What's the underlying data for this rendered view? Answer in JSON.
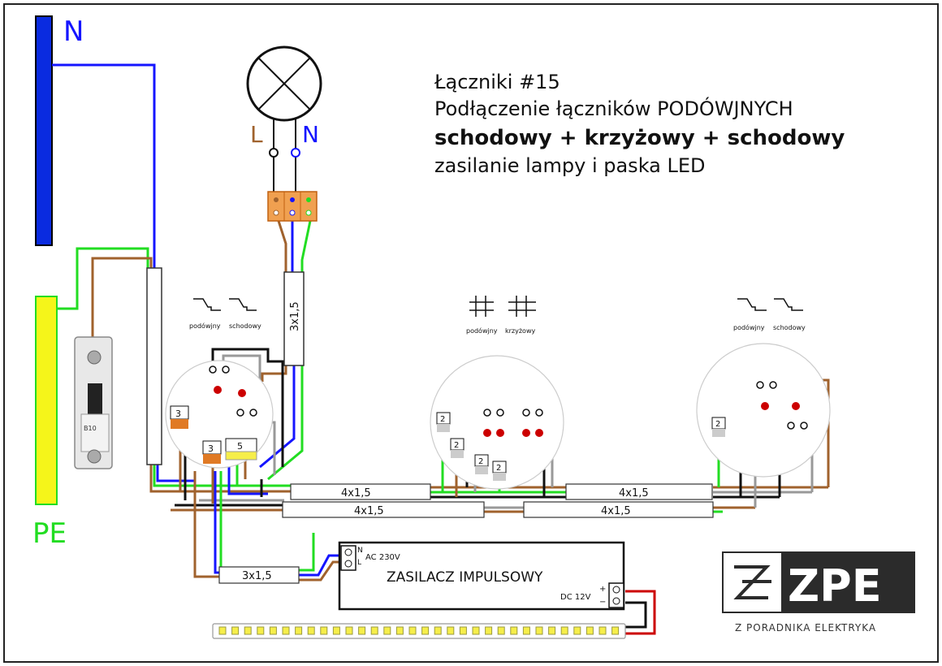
{
  "colors": {
    "neutral": "#1515ff",
    "earth": "#22dd22",
    "live": "#a0622d",
    "black": "#111111",
    "grey": "#999999",
    "orange": "#e07a25",
    "yellow_clamp": "#f6ee4a",
    "pe_bar": "#f5f51a",
    "n_bar": "#0a2be0",
    "dot_red": "#cc0000",
    "logo_bg": "#2b2b2b"
  },
  "labels": {
    "n_bar": "N",
    "pe_bar": "PE",
    "lamp_l": "L",
    "lamp_n": "N"
  },
  "title": {
    "line1": "Łączniki #15",
    "line2": "Podłączenie łączników PODÓWJNYCH",
    "line3": "schodowy + krzyżowy + schodowy",
    "line4": "zasilanie lampy i paska LED"
  },
  "switch_groups": [
    {
      "left": "podówjny",
      "right": "schodowy"
    },
    {
      "left": "podówjny",
      "right": "krzyżowy"
    },
    {
      "left": "podówjny",
      "right": "schodowy"
    }
  ],
  "cables": {
    "vertical": "3x1,5",
    "top_left": "4x1,5",
    "bottom_left": "4x1,5",
    "top_right": "4x1,5",
    "bottom_right": "4x1,5",
    "psu_feed": "3x1,5"
  },
  "clamps": {
    "c1": "3",
    "c2": "3",
    "c3": "5",
    "m1": "2",
    "m2": "2",
    "m3": "2",
    "m4": "2",
    "r1": "2"
  },
  "breaker": {
    "rating": "B10"
  },
  "psu": {
    "title": "ZASILACZ IMPULSOWY",
    "input": "AC 230V",
    "in_n": "N",
    "in_l": "L",
    "output": "DC 12V",
    "plus": "+",
    "minus": "−"
  },
  "logo": {
    "brand": "ZPE",
    "caption": "Z PORADNIKA ELEKTRYKA"
  }
}
